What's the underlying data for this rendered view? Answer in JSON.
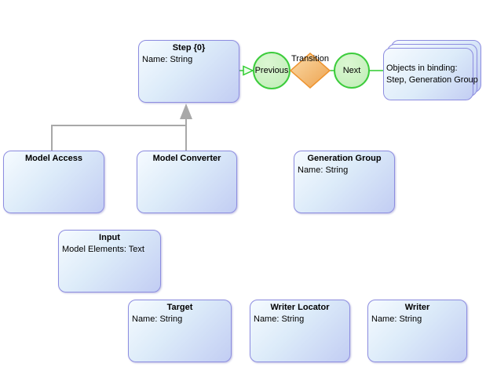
{
  "nodes": {
    "step": {
      "title": "Step {0}",
      "attribute": "Name: String"
    },
    "previous": {
      "label": "Previous"
    },
    "transition": {
      "label": "Transition"
    },
    "next": {
      "label": "Next"
    },
    "objects_in_binding": {
      "line1": "Objects in binding:",
      "line2": "Step, Generation Group"
    },
    "model_access": {
      "title": "Model Access"
    },
    "model_converter": {
      "title": "Model Converter"
    },
    "generation_group": {
      "title": "Generation Group",
      "attribute": "Name: String"
    },
    "input": {
      "title": "Input",
      "attribute": "Model Elements: Text"
    },
    "target": {
      "title": "Target",
      "attribute": "Name: String"
    },
    "writer_locator": {
      "title": "Writer Locator",
      "attribute": "Name: String"
    },
    "writer": {
      "title": "Writer",
      "attribute": "Name: String"
    }
  },
  "colors": {
    "background": "#ffffff",
    "text": "#000000",
    "node_border": "#8d8de0",
    "node_fill_light": "#f6fbff",
    "node_fill_mid": "#dcebf9",
    "node_fill_dark": "#c2cdf3",
    "circle_border": "#3ccc3c",
    "circle_fill_light": "#dcf7d3",
    "circle_fill_dark": "#c3efba",
    "connector_green": "#2fcc2f",
    "connector_gray": "#a8a8a8",
    "diamond_border": "#ee9430",
    "diamond_fill_light": "#fbdcaa",
    "diamond_fill_dark": "#eda24e"
  }
}
